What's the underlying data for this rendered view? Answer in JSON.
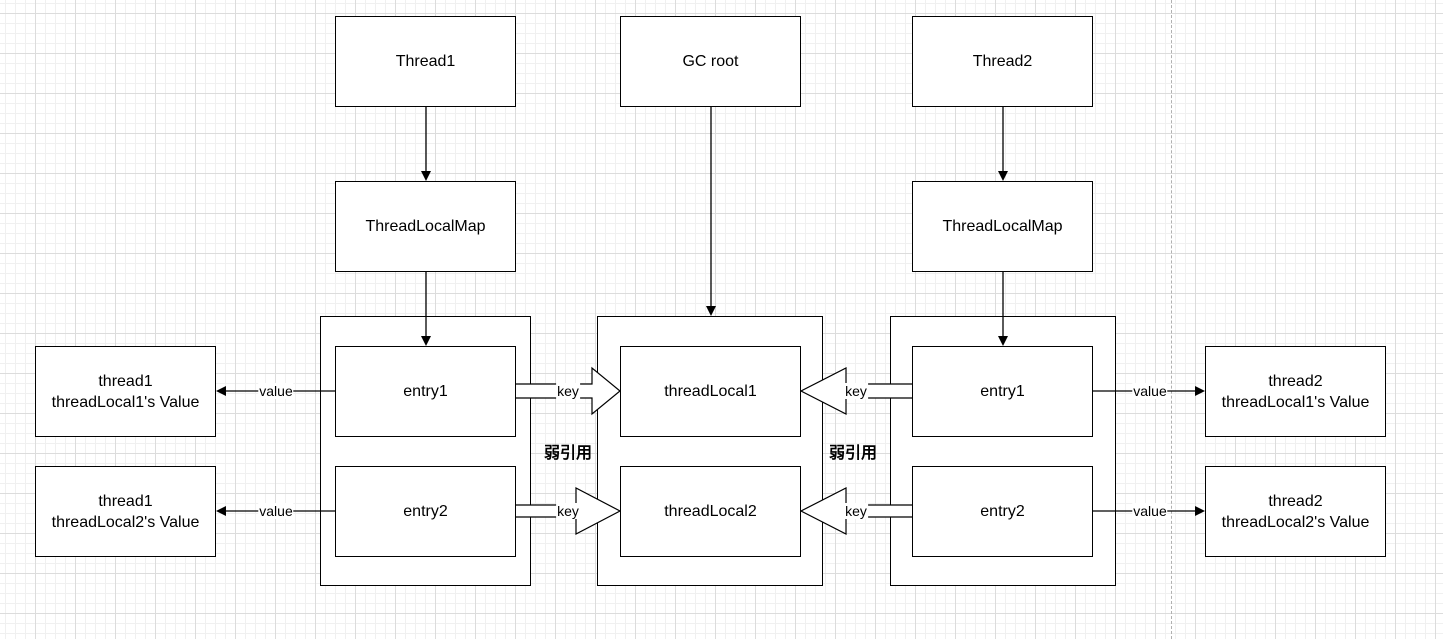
{
  "nodes": {
    "thread1": "Thread1",
    "gc_root": "GC root",
    "thread2": "Thread2",
    "map1": "ThreadLocalMap",
    "map2": "ThreadLocalMap",
    "t1_entry1": "entry1",
    "t1_entry2": "entry2",
    "thread_local1": "threadLocal1",
    "thread_local2": "threadLocal2",
    "t2_entry1": "entry1",
    "t2_entry2": "entry2",
    "t1_value1": "thread1\nthreadLocal1's Value",
    "t1_value2": "thread1\nthreadLocal2's Value",
    "t2_value1": "thread2\nthreadLocal1's Value",
    "t2_value2": "thread2\nthreadLocal2's Value"
  },
  "edge_labels": {
    "key": "key",
    "value": "value"
  },
  "notes": {
    "weak_ref_left": "弱引用",
    "weak_ref_right": "弱引用"
  }
}
